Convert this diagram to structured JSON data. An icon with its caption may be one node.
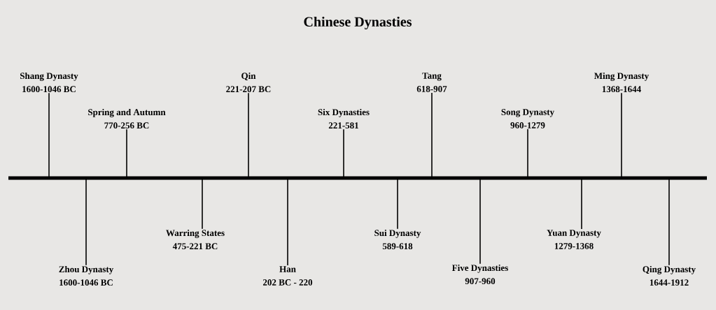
{
  "diagram": {
    "title": "Chinese Dynasties",
    "nodes": [
      {
        "text": [
          "Shang Dynasty",
          "1600-1046 BC"
        ]
      },
      {
        "text": [
          "Zhou Dynasty",
          "1600-1046 BC"
        ]
      },
      {
        "text": [
          "Spring and Autumn",
          "770-256 BC"
        ]
      },
      {
        "text": [
          "Warring States",
          "475-221 BC"
        ]
      },
      {
        "text": [
          "Qin",
          "221-207 BC"
        ]
      },
      {
        "text": [
          "Han",
          "202 BC - 220"
        ]
      },
      {
        "text": [
          "Six Dynasties",
          "221-581"
        ]
      },
      {
        "text": [
          "Sui Dynasty",
          "589-618"
        ]
      },
      {
        "text": [
          "Tang",
          "618-907"
        ]
      },
      {
        "text": [
          "Five Dynasties",
          "907-960"
        ]
      },
      {
        "text": [
          "Song Dynasty",
          "960-1279"
        ]
      },
      {
        "text": [
          "Yuan Dynasty",
          "1279-1368"
        ]
      },
      {
        "text": [
          "Ming Dynasty",
          "1368-1644"
        ]
      },
      {
        "text": [
          "Qing Dynasty",
          "1644-1912"
        ]
      }
    ],
    "edges": [
      {
        "from": 0,
        "to": null,
        "arrow": "none"
      },
      {
        "from": 1,
        "to": null,
        "arrow": "none"
      },
      {
        "from": 2,
        "to": null,
        "arrow": "none"
      },
      {
        "from": 3,
        "to": null,
        "arrow": "none"
      },
      {
        "from": 4,
        "to": null,
        "arrow": "none"
      },
      {
        "from": 5,
        "to": null,
        "arrow": "none"
      },
      {
        "from": 6,
        "to": null,
        "arrow": "none"
      },
      {
        "from": 7,
        "to": null,
        "arrow": "none"
      },
      {
        "from": 8,
        "to": null,
        "arrow": "none"
      },
      {
        "from": 9,
        "to": null,
        "arrow": "none"
      },
      {
        "from": 10,
        "to": null,
        "arrow": "none"
      },
      {
        "from": 11,
        "to": null,
        "arrow": "none"
      },
      {
        "from": 12,
        "to": null,
        "arrow": "none"
      },
      {
        "from": 13,
        "to": null,
        "arrow": "none"
      }
    ]
  }
}
